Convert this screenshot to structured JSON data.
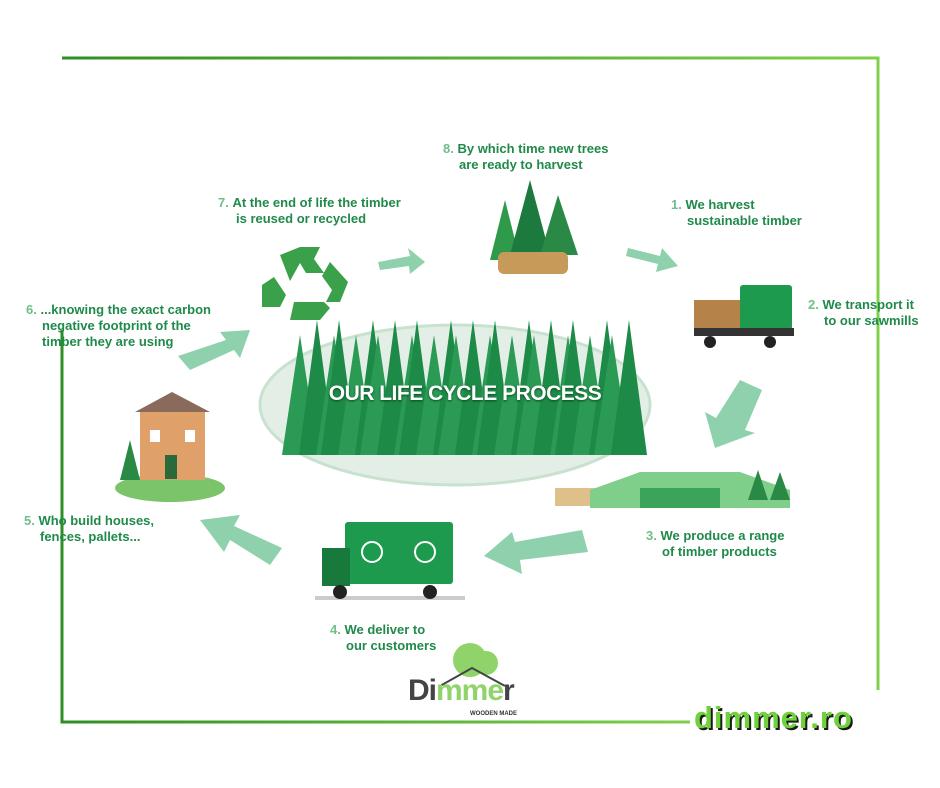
{
  "title": "OUR LIFE CYCLE PROCESS",
  "steps": [
    {
      "num": "1.",
      "line1": "We harvest",
      "line2": "sustainable timber"
    },
    {
      "num": "2.",
      "line1": "We transport it",
      "line2": "to our sawmills"
    },
    {
      "num": "3.",
      "line1": "We produce a range",
      "line2": "of timber products"
    },
    {
      "num": "4.",
      "line1": "We deliver to",
      "line2": "our customers"
    },
    {
      "num": "5.",
      "line1": "Who build houses,",
      "line2": "fences, pallets..."
    },
    {
      "num": "6.",
      "line1": "...knowing the exact carbon",
      "line2": "negative footprint of the",
      "line3": "timber they are using"
    },
    {
      "num": "7.",
      "line1": "At the end of life the timber",
      "line2": "is reused or recycled"
    },
    {
      "num": "8.",
      "line1": "By which time new trees",
      "line2": "are ready to harvest"
    }
  ],
  "logo": {
    "name_dark": "Di",
    "name_green": "mme",
    "name_end": "r",
    "tagline": "WOODEN MADE"
  },
  "website": "dimmer.ro",
  "colors": {
    "accent": "#1f8a4a",
    "arrow": "#8fd1ad",
    "frame": "#3a9a2a"
  }
}
